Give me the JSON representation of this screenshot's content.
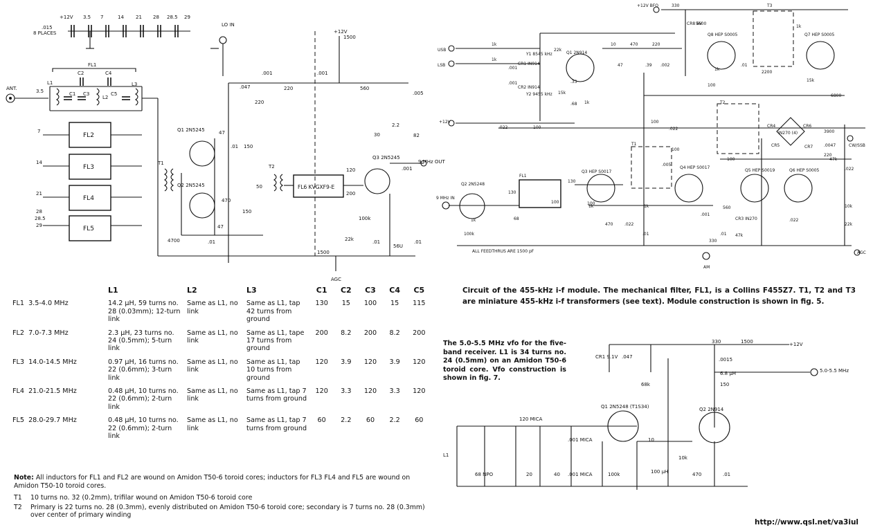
{
  "filter_schematic": {
    "top_values": [
      "+12V",
      "3.5",
      "7",
      "14",
      "21",
      "28",
      "28.5",
      "29"
    ],
    "bypass_note_value": ".015",
    "bypass_note_places": "8 PLACES",
    "ant_label": "ANT.",
    "band_label": "3.5",
    "fl1_label": "FL1",
    "part_labels": [
      "L1",
      "C1",
      "C2",
      "C3",
      "L2",
      "C4",
      "C5",
      "L3"
    ],
    "filters": [
      "FL2",
      "FL3",
      "FL4",
      "FL5"
    ],
    "band_taps": [
      "7",
      "14",
      "21",
      "28",
      "28.5",
      "29"
    ],
    "lo_in": "LO IN",
    "q1": "Q1 2N5245",
    "q2": "Q2 2N5245",
    "q3": "Q3 2N5245",
    "t1": "T1",
    "t2": "T2",
    "fl6": "FL6 KVGXF9-E",
    "plus12": "+12V",
    "nine_mhz_out": "9 MHz OUT",
    "agc": "AGC",
    "values": [
      ".001",
      "220",
      ".001",
      "560",
      ".005",
      ".047",
      "220",
      "47",
      ".01",
      "150",
      "50",
      "150",
      "470",
      "47",
      "4700",
      ".01",
      "1500",
      "120",
      "200",
      "100k",
      "22k",
      ".01",
      ".001",
      "30",
      "2.2",
      "82",
      "1500",
      "56U",
      ".01"
    ]
  },
  "inductor_table": {
    "headers": [
      "L1",
      "L2",
      "L3",
      "C1",
      "C2",
      "C3",
      "C4",
      "C5"
    ],
    "rows": [
      {
        "id": "FL1",
        "range": "3.5-4.0 MHz",
        "l1": "14.2 µH, 59 turns no. 28 (0.03mm); 12-turn link",
        "l2": "Same as L1, no link",
        "l3": "Same as L1, tap 42 turns from ground",
        "c1": "130",
        "c2": "15",
        "c3": "100",
        "c4": "15",
        "c5": "115"
      },
      {
        "id": "FL2",
        "range": "7.0-7.3 MHz",
        "l1": "2.3 µH, 23 turns no. 24 (0.5mm); 5-turn link",
        "l2": "Same as L1, no link",
        "l3": "Same as L1, tape 17 turns from ground",
        "c1": "200",
        "c2": "8.2",
        "c3": "200",
        "c4": "8.2",
        "c5": "200"
      },
      {
        "id": "FL3",
        "range": "14.0-14.5 MHz",
        "l1": "0.97 µH, 16 turns no. 22 (0.6mm); 3-turn link",
        "l2": "Same as L1, no link",
        "l3": "Same as L1, tap 10 turns from ground",
        "c1": "120",
        "c2": "3.9",
        "c3": "120",
        "c4": "3.9",
        "c5": "120"
      },
      {
        "id": "FL4",
        "range": "21.0-21.5 MHz",
        "l1": "0.48 µH, 10 turns no. 22 (0.6mm); 2-turn link",
        "l2": "Same as L1, no link",
        "l3": "Same as L1, tap 7 turns from ground",
        "c1": "120",
        "c2": "3.3",
        "c3": "120",
        "c4": "3.3",
        "c5": "120"
      },
      {
        "id": "FL5",
        "range": "28.0-29.7 MHz",
        "l1": "0.48 µH, 10 turns no. 22 (0.6mm); 2-turn link",
        "l2": "Same as L1, no link",
        "l3": "Same as L1, tap 7 turns from ground",
        "c1": "60",
        "c2": "2.2",
        "c3": "60",
        "c4": "2.2",
        "c5": "60"
      }
    ]
  },
  "notes": {
    "note_label": "Note:",
    "note_text": "All inductors for FL1 and FL2 are wound on Amidon T50-6 toroid cores; inductors for FL3 FL4 and FL5 are wound on Amidon T50-10 toroid cores.",
    "t1_tag": "T1",
    "t1_text": "10 turns no. 32 (0.2mm), trifilar wound on Amidon T50-6 toroid core",
    "t2_tag": "T2",
    "t2_text": "Primary is 22 turns no. 28 (0.3mm), evenly distributed on Amidon T50-6 toroid core; secondary is 7 turns no. 28 (0.3mm) over center of primary winding"
  },
  "if_schematic": {
    "labels": [
      "+12V BFO",
      "330",
      "CR8 6V",
      "5600",
      "T3",
      "Q8 HEP S0005",
      "Q7 HEP S0005",
      "1k",
      ".01",
      "1k",
      "2200",
      "15k",
      "100",
      "6800",
      "USB",
      "LSB",
      "1k",
      "1k",
      "CR1 IN914",
      "CR2 IN914",
      "Y1 8545 kHz",
      "Y2 9455 kHz",
      ".001",
      ".001",
      "22k",
      "Q1 2N914",
      "15k",
      ".33",
      ".68",
      "1k",
      "10",
      "470",
      "220",
      "47",
      ".39",
      ".002",
      "+12V",
      ".022",
      "100",
      "100",
      ".022",
      "T2",
      "CR4",
      "CR6",
      "IN270 (4)",
      "CR5",
      "CR7",
      "3900",
      ".0047",
      "CW/SSB",
      "220",
      "Q3 HEP S0017",
      "T1",
      ".005",
      "Q4 HEP S0017",
      "100",
      "100",
      "Q5 HEP S0019",
      "Q6 HEP S0005",
      "47k",
      ".022",
      "Q2 2N5248",
      "130",
      "FL1",
      "130",
      "100",
      "100",
      "9 MHz IN",
      "1k",
      "1k",
      "100k",
      "1k",
      "68",
      "470",
      ".022",
      ".001",
      "560",
      "47k",
      "CR3 IN270",
      ".022",
      "10k",
      "22k",
      ".01",
      ".01",
      "330",
      "AM",
      "AGC",
      "ALL FEEDTHRUS ARE 1500 pF"
    ]
  },
  "if_caption": "Circuit of the 455-kHz i-f module. The mechanical filter, FL1, is a Collins F455Z7. T1, T2 and T3 are miniature 455-kHz i-f transformers (see text). Module construction is shown in fig. 5.",
  "vfo_caption": "The 5.0-5.5 MHz vfo for the five-band receiver. L1 is 34 turns no. 24 (0.5mm) on an Amidon T50-6 toroid core. Vfo construction is shown in fig. 7.",
  "vfo_schematic": {
    "labels": [
      "CR1 9.1V",
      ".047",
      "330",
      "1500",
      "+12V",
      ".0015",
      "6.8 µH",
      "5.0-5.5 MHz",
      "150",
      "68k",
      "Q1 2N5248 (T1S34)",
      "Q2 2N914",
      "120 MICA",
      ".001 MICA",
      ".001 MICA",
      "L1",
      "68 NPO",
      "20",
      "40",
      "100k",
      "10",
      "100 µH",
      "10k",
      "470",
      ".01"
    ]
  },
  "source_url": "http://www.qsl.net/va3iul"
}
